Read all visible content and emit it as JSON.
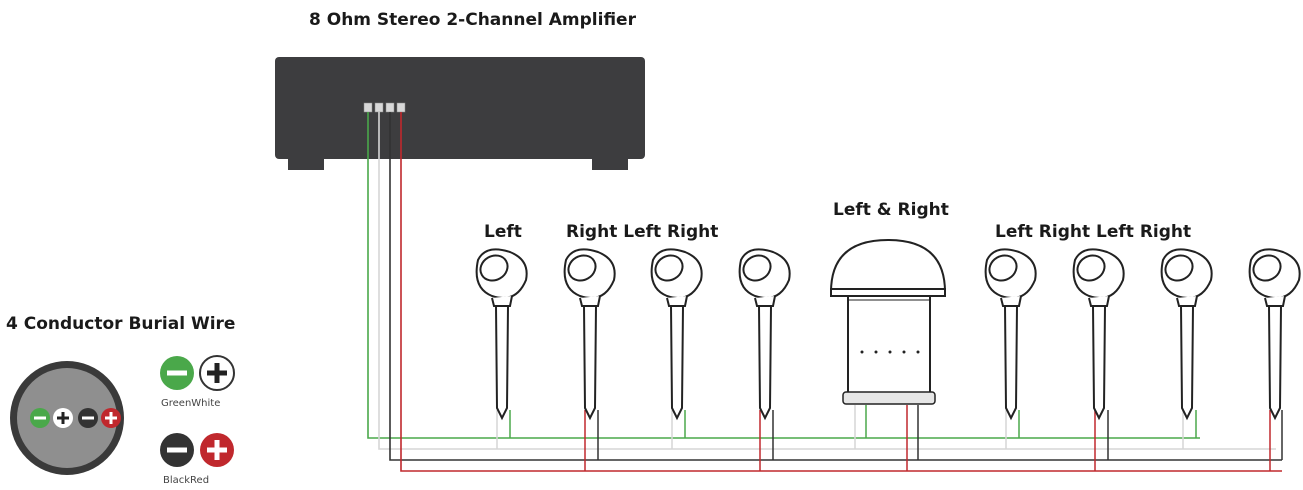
{
  "amplifier": {
    "title": "8 Ohm Stereo 2-Channel Amplifier"
  },
  "wire": {
    "title": "4 Conductor Burial Wire",
    "pair1_label": "GreenWhite",
    "pair2_label": "BlackRed"
  },
  "speakers": {
    "left1": "Left",
    "group1": "Right Left Right",
    "center": "Left & Right",
    "group2": "Left Right Left Right"
  },
  "colors": {
    "green": "#4aa84a",
    "white": "#dddddd",
    "black": "#333333",
    "red": "#c0282d",
    "amp_body": "#3d3d3f"
  }
}
